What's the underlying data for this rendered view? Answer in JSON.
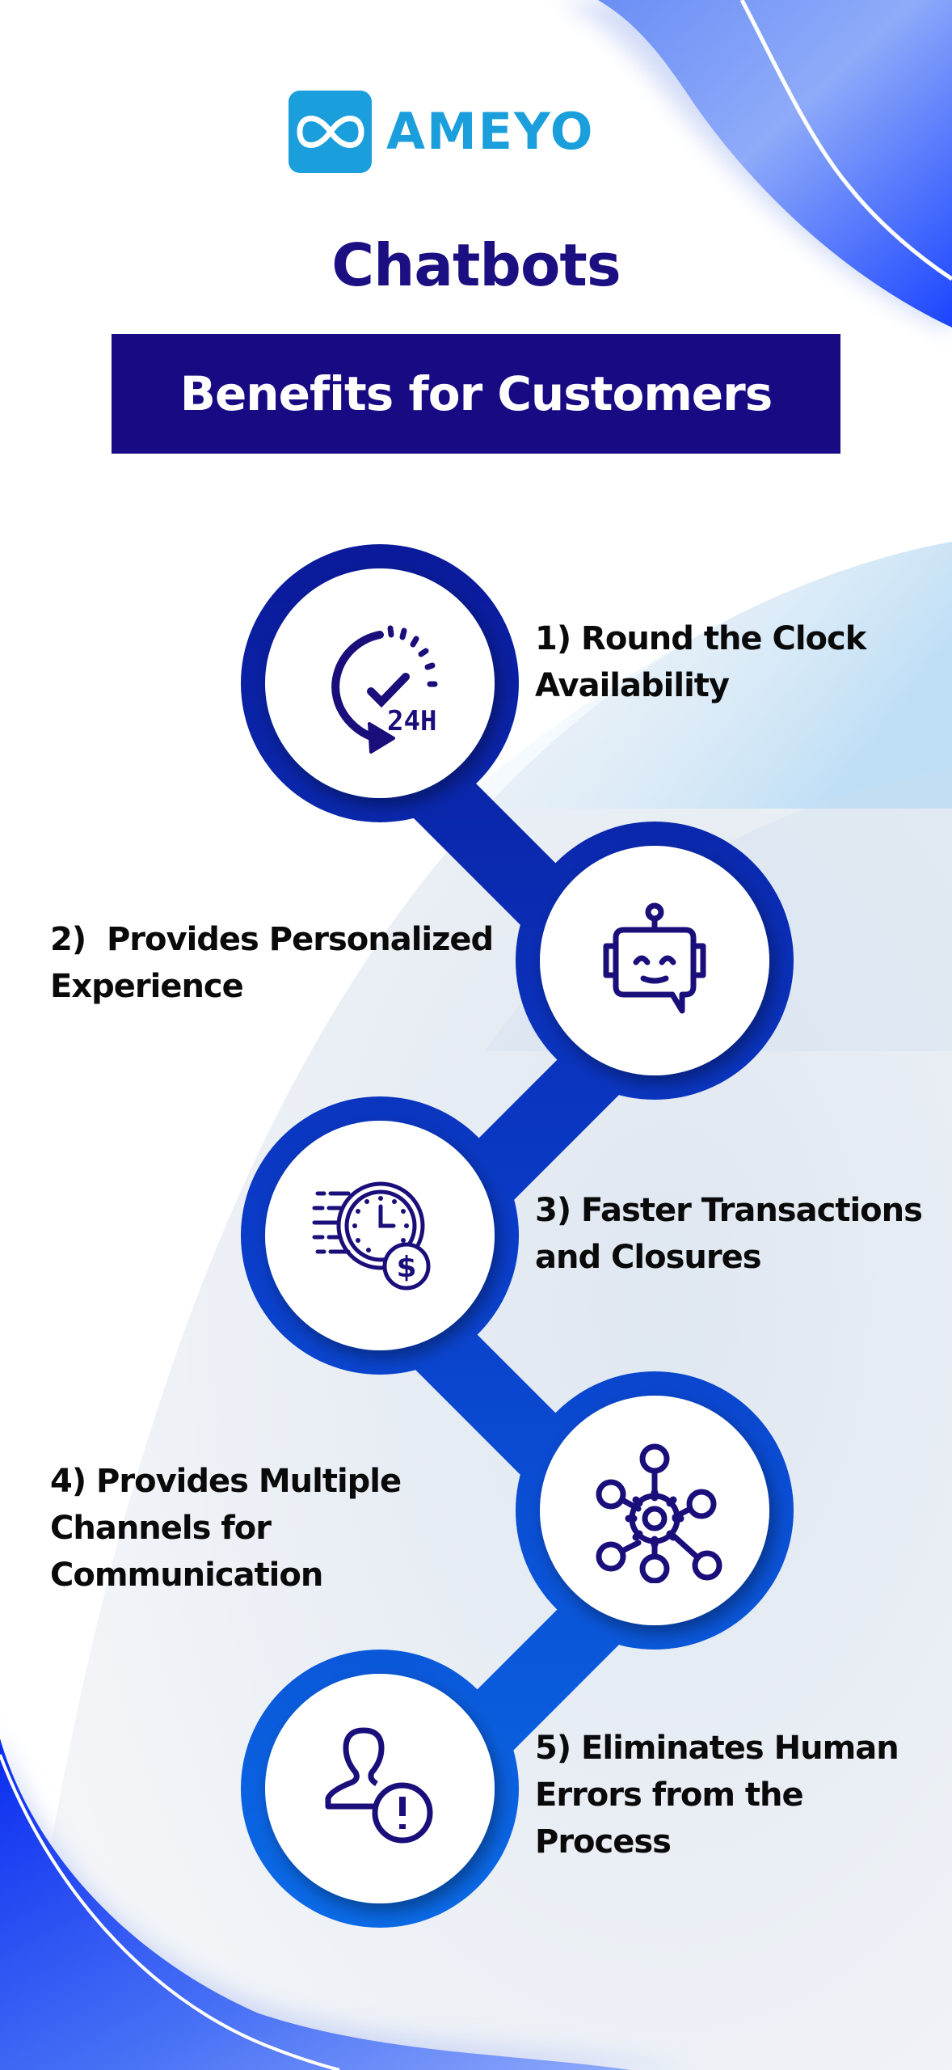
{
  "brand": {
    "name": "AMEYO",
    "logo_icon": "infinity-icon",
    "color": "#1a9fdc"
  },
  "header": {
    "title": "Chatbots",
    "banner": "Benefits for Customers"
  },
  "colors": {
    "title": "#1c0f82",
    "banner_bg": "#180a82",
    "ring_top": "#0a1a9a",
    "ring_bottom": "#0a66e4",
    "icon": "#1a0f7a"
  },
  "benefits": [
    {
      "number": "1)",
      "line1": "1) Round the Clock",
      "line2": "Availability",
      "line3": "",
      "icon": "24h-clock-icon"
    },
    {
      "number": "2)",
      "line1": "2)  Provides Personalized",
      "line2": "Experience",
      "line3": "",
      "icon": "chatbot-icon"
    },
    {
      "number": "3)",
      "line1": "3) Faster Transactions",
      "line2": "and Closures",
      "line3": "",
      "icon": "fast-payment-clock-icon"
    },
    {
      "number": "4)",
      "line1": "4) Provides Multiple",
      "line2": "Channels for",
      "line3": "Communication",
      "icon": "network-gear-icon"
    },
    {
      "number": "5)",
      "line1": "5) Eliminates Human",
      "line2": "Errors from the",
      "line3": "Process",
      "icon": "user-alert-icon"
    }
  ]
}
